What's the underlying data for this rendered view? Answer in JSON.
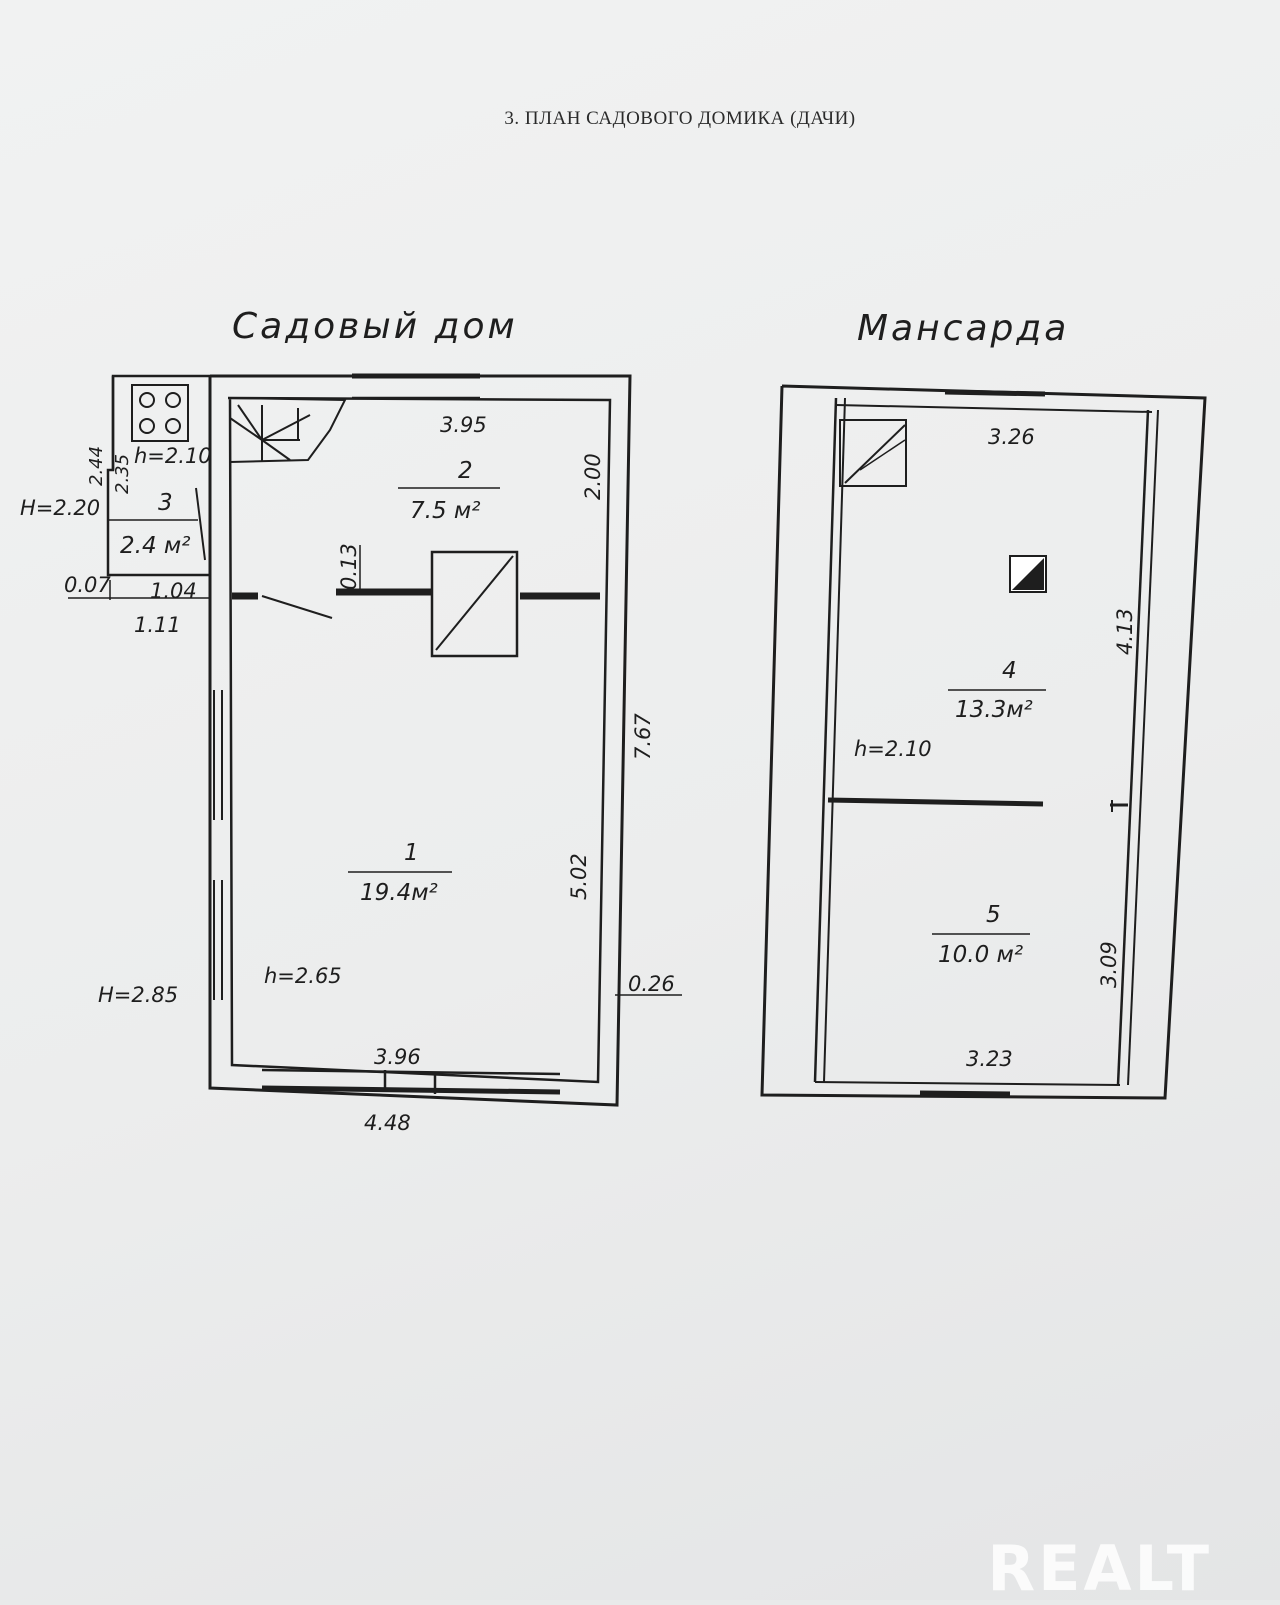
{
  "document": {
    "title": "3. ПЛАН САДОВОГО ДОМИКА (ДАЧИ)",
    "watermark": "REALT"
  },
  "ground_floor": {
    "heading": "Садовый дом",
    "dims": {
      "top_width": "3.95",
      "right_upper": "2.00",
      "overall_height": "7.67",
      "room1_height": "5.02",
      "inner_bottom": "3.96",
      "outer_bottom": "4.48",
      "wall": "0.26",
      "partition": "0.13",
      "porch_2_44": "2.44",
      "porch_2_35": "2.35",
      "porch_1_04": "1.04",
      "porch_1_11": "1.11",
      "porch_0_07": "0.07"
    },
    "heights": {
      "porch_inner": "h=2.10",
      "porch_outer": "H=2.20",
      "main_inner": "h=2.65",
      "main_outer": "H=2.85"
    },
    "rooms": [
      {
        "number": "1",
        "area": "19.4м²"
      },
      {
        "number": "2",
        "area": "7.5 м²"
      },
      {
        "number": "3",
        "area": "2.4 м²"
      }
    ]
  },
  "attic": {
    "heading": "Мансарда",
    "dims": {
      "top_width": "3.26",
      "right_upper": "4.13",
      "right_lower": "3.09",
      "bottom_width": "3.23"
    },
    "height": "h=2.10",
    "rooms": [
      {
        "number": "4",
        "area": "13.3м²"
      },
      {
        "number": "5",
        "area": "10.0 м²"
      }
    ]
  }
}
